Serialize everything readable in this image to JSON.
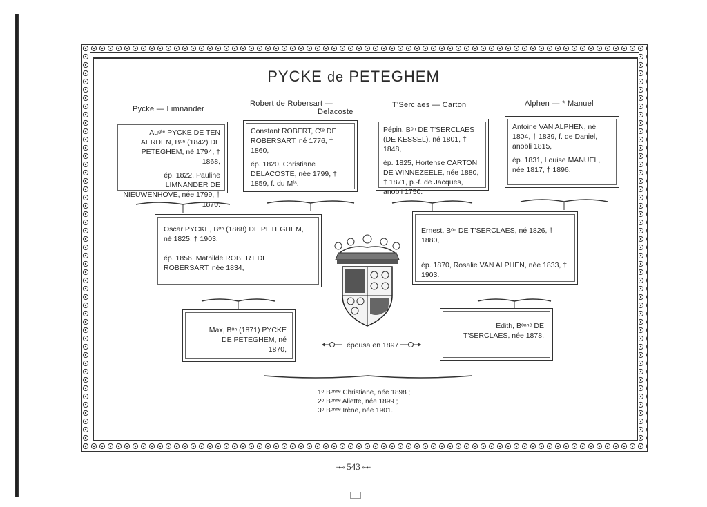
{
  "title": {
    "main": "PYCKE",
    "de": "de",
    "name": "PETEGHEM"
  },
  "families": {
    "f1": "Pycke — Limnander",
    "f2_line1": "Robert de Robersart —",
    "f2_line2": "Delacoste",
    "f3": "T'Serclaes — Carton",
    "f4": "Alphen — * Manuel"
  },
  "boxes": {
    "b1": {
      "p1": "Auᵍᵗᵉ PYCKE DE TEN AERDEN, Bᵒⁿ (1842) DE PETEGHEM, né 1794, † 1868,",
      "p2": "ép. 1822, Pauline LIMNANDER DE NIEUWENHOVE, née 1799, † 1870."
    },
    "b2": {
      "p1": "Constant ROBERT, Cᵗᵉ DE ROBERSART, né 1776, † 1860,",
      "p2": "ép. 1820, Christiane DELACOSTE, née 1799, † 1859, f. du Mⁱˢ."
    },
    "b3": {
      "p1": "Pépin, Bᵒⁿ DE T'SERCLAES (DE KESSEL), né 1801, † 1848,",
      "p2": "ép. 1825, Hortense CARTON DE WINNEZEELE, née 1880, † 1871, p.-f. de Jacques, anobli 1750."
    },
    "b4": {
      "p1": "Antoine VAN ALPHEN, né 1804, † 1839, f. de Daniel, anobli 1815,",
      "p2": "ép. 1831, Louise MANUEL, née 1817, † 1896."
    },
    "b5": {
      "p1": "Oscar PYCKE, Bᵒⁿ (1868) DE PETEGHEM, né 1825, † 1903,",
      "p2": "ép. 1856, Mathilde ROBERT DE ROBERSART, née 1834,"
    },
    "b6": {
      "p1": "Ernest, Bᵒⁿ DE T'SERCLAES, né 1826, † 1880,",
      "p2": "ép. 1870, Rosalie VAN ALPHEN, née 1833, † 1903."
    },
    "b7": {
      "p1": "Max, Bᵒⁿ (1871) PYCKE DE PETEGHEM, né 1870,"
    },
    "b8": {
      "p1": "Edith, Bᵒⁿⁿᵉ DE T'SERCLAES, née 1878,"
    }
  },
  "marriage": "épousa en 1897",
  "children": [
    "1ᵒ Bᵒⁿⁿᵉ Christiane, née 1898 ;",
    "2ᵒ Bᵒⁿⁿᵉ Aliette, née 1899 ;",
    "3ᵒ Bᵒⁿⁿᵉ Irène, née 1901."
  ],
  "page_number": "543",
  "icons": {
    "crest": "coat-of-arms-icon",
    "crown": "crown-icon",
    "border": "ornamental-border"
  }
}
